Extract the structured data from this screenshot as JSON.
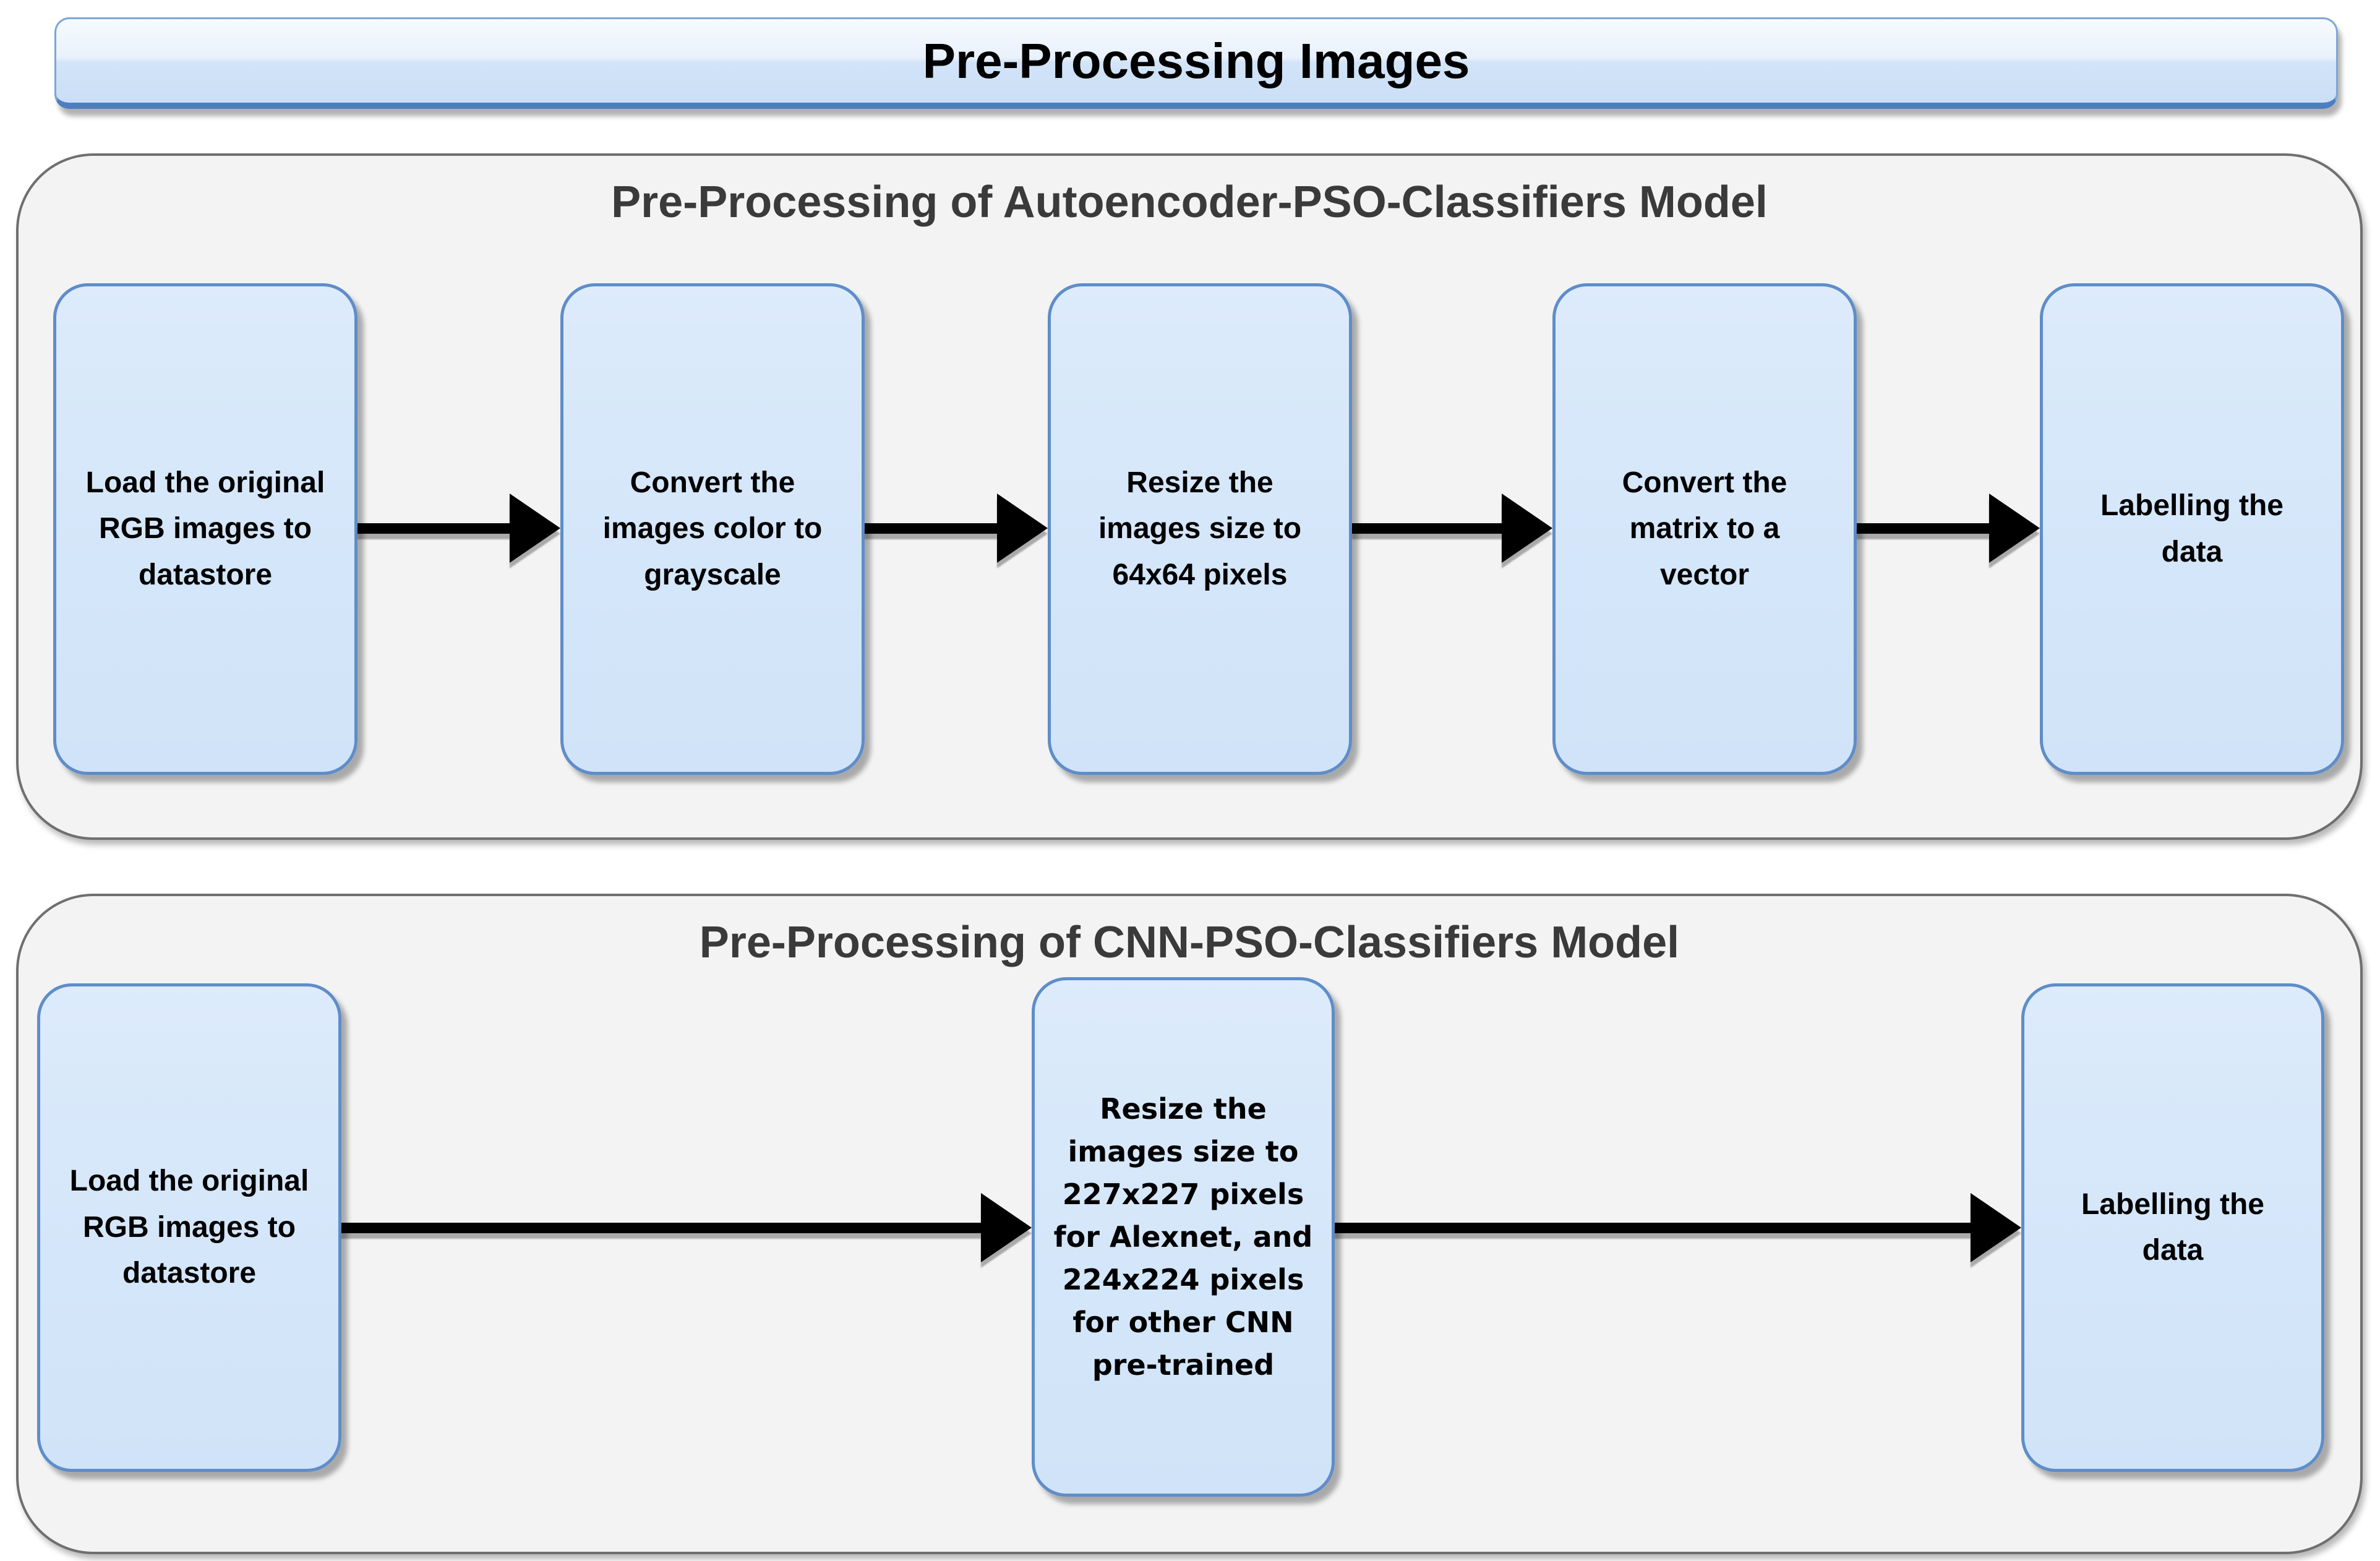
{
  "title": "Pre-Processing Images",
  "sections": [
    {
      "title": "Pre-Processing of Autoencoder-PSO-Classifiers Model",
      "steps": [
        "Load the original\nRGB images to\ndatastore",
        "Convert the\nimages color to\ngrayscale",
        "Resize the\nimages size to\n64x64 pixels",
        "Convert the\nmatrix to a vector",
        "Labelling the\ndata"
      ]
    },
    {
      "title": "Pre-Processing of CNN-PSO-Classifiers Model",
      "steps": [
        "Load the original\nRGB images to\ndatastore",
        "Resize the\nimages size to\n227x227 pixels\nfor Alexnet, and\n224x224 pixels\nfor other CNN\npre-trained",
        "Labelling the\ndata"
      ]
    }
  ],
  "colors": {
    "box_fill": "#d7e8fa",
    "box_border": "#5e8dc9",
    "panel_fill": "#f3f3f3",
    "panel_border": "#6f6f6f",
    "titlebar_fill_bottom": "#cadef6",
    "titlebar_border": "#4d7ec0",
    "arrow_color": "#000000",
    "text_color": "#000000",
    "header_text_color": "#3a3a3a"
  }
}
